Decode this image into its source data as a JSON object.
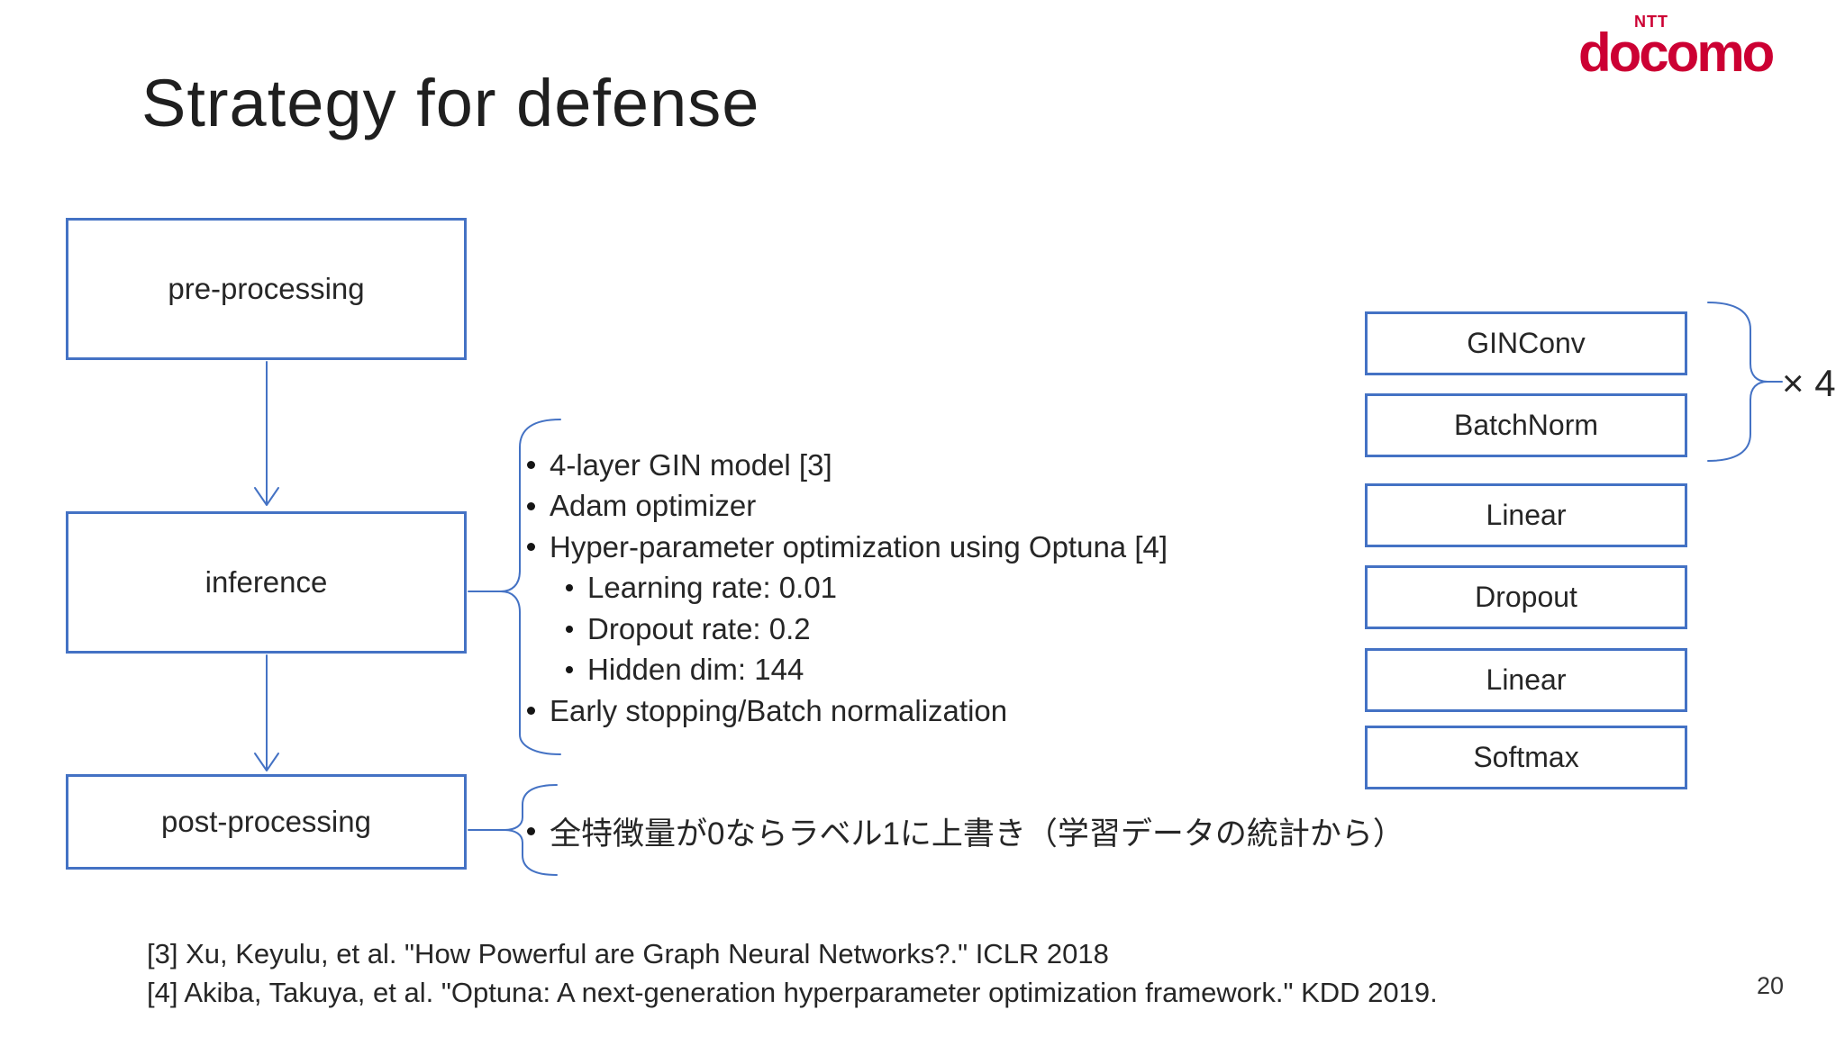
{
  "slide": {
    "title": "Strategy for defense",
    "page_number": "20"
  },
  "logo": {
    "ntt": "NTT",
    "docomo": "docomo",
    "color": "#CC0033"
  },
  "flowchart": {
    "boxes": [
      {
        "label": "pre-processing"
      },
      {
        "label": "inference"
      },
      {
        "label": "post-processing"
      }
    ]
  },
  "inference_notes": {
    "bullets": [
      {
        "level": 1,
        "text": "4-layer GIN model [3]"
      },
      {
        "level": 1,
        "text": "Adam optimizer"
      },
      {
        "level": 1,
        "text": "Hyper-parameter optimization using Optuna [4]"
      },
      {
        "level": 2,
        "text": "Learning rate: 0.01"
      },
      {
        "level": 2,
        "text": "Dropout rate: 0.2"
      },
      {
        "level": 2,
        "text": "Hidden dim: 144"
      },
      {
        "level": 1,
        "text": "Early stopping/Batch normalization"
      }
    ]
  },
  "postprocessing_notes": {
    "bullets": [
      {
        "level": 1,
        "text": "全特徴量が0ならラベル1に上書き（学習データの統計から）"
      }
    ]
  },
  "model_stack": {
    "repeated_group": {
      "repeat_label": "× 4",
      "layers": [
        {
          "label": "GINConv"
        },
        {
          "label": "BatchNorm"
        }
      ]
    },
    "tail_layers": [
      {
        "label": "Linear"
      },
      {
        "label": "Dropout"
      },
      {
        "label": "Linear"
      },
      {
        "label": "Softmax"
      }
    ]
  },
  "references": {
    "lines": [
      {
        "text": "[3] Xu, Keyulu, et al. \"How Powerful are Graph Neural Networks?.\" ICLR 2018"
      },
      {
        "text": "[4] Akiba, Takuya, et al. \"Optuna: A next-generation hyperparameter optimization framework.\" KDD 2019."
      }
    ]
  },
  "colors": {
    "accent_blue": "#4472C4",
    "logo_red": "#CC0033",
    "text_dark": "#262626"
  }
}
